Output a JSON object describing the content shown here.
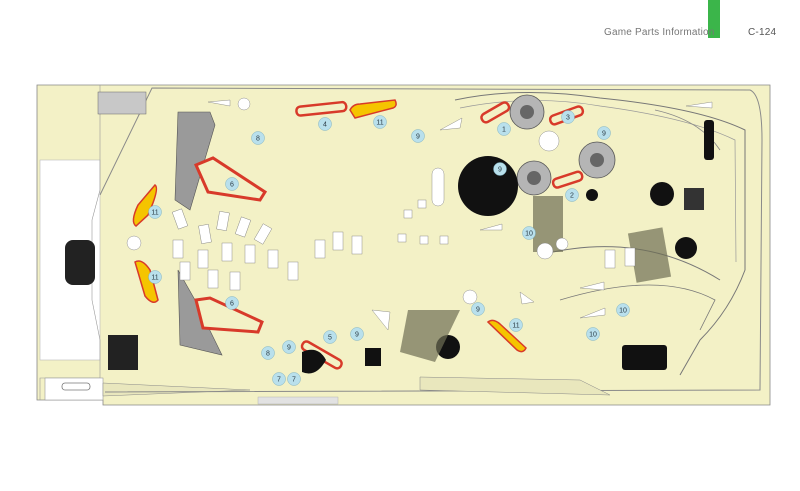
{
  "header": {
    "title": "Game Parts Information",
    "page_number": "C-124"
  },
  "colors": {
    "accent": "#3bb54a",
    "playfield": "#f3f1c6",
    "callout": "#b9e0ec",
    "flipper": "#f5c400",
    "rubber_ring": "#d83a2a"
  },
  "callouts": [
    {
      "id": "c1",
      "label": "1"
    },
    {
      "id": "c2",
      "label": "2"
    },
    {
      "id": "c3",
      "label": "3"
    },
    {
      "id": "c4",
      "label": "4"
    },
    {
      "id": "c5",
      "label": "5"
    },
    {
      "id": "c6a",
      "label": "6"
    },
    {
      "id": "c6b",
      "label": "6"
    },
    {
      "id": "c7a",
      "label": "7"
    },
    {
      "id": "c7b",
      "label": "7"
    },
    {
      "id": "c8a",
      "label": "8"
    },
    {
      "id": "c8b",
      "label": "8"
    },
    {
      "id": "c9a",
      "label": "9"
    },
    {
      "id": "c9b",
      "label": "9"
    },
    {
      "id": "c9c",
      "label": "9"
    },
    {
      "id": "c9d",
      "label": "9"
    },
    {
      "id": "c9e",
      "label": "9"
    },
    {
      "id": "c9f",
      "label": "9"
    },
    {
      "id": "c10a",
      "label": "10"
    },
    {
      "id": "c10b",
      "label": "10"
    },
    {
      "id": "c10c",
      "label": "10"
    },
    {
      "id": "c11a",
      "label": "11"
    },
    {
      "id": "c11b",
      "label": "11"
    },
    {
      "id": "c11c",
      "label": "11"
    },
    {
      "id": "c11d",
      "label": "11"
    }
  ]
}
